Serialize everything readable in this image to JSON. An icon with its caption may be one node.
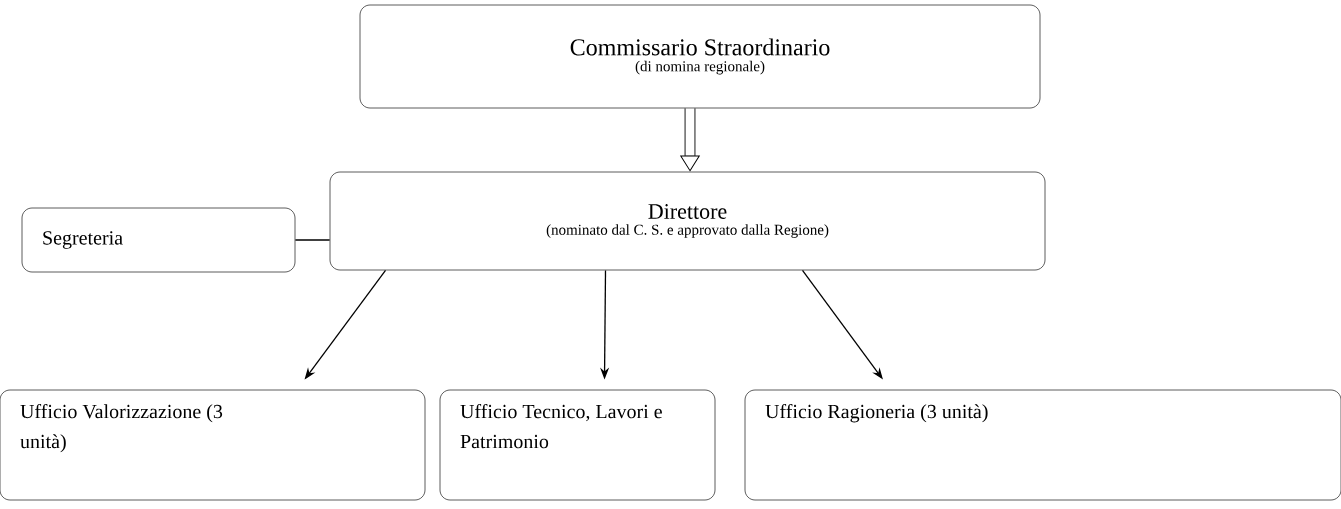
{
  "diagram": {
    "nodes": [
      {
        "text": [
          "Commissario Straordinario",
          "(di nomina regionale)"
        ]
      },
      {
        "text": [
          "Direttore",
          "(nominato dal C. S. e approvato dalla Regione)"
        ]
      },
      {
        "text": [
          "Segreteria"
        ]
      },
      {
        "text": [
          "Ufficio Valorizzazione (3 unità)"
        ]
      },
      {
        "text": [
          "Ufficio  Tecnico, Lavori e Patrimonio"
        ]
      },
      {
        "text": [
          "Ufficio Ragioneria (3 unità)"
        ]
      }
    ],
    "edges": [
      {
        "from": 0,
        "to": 1,
        "arrow": "to",
        "style": "thick"
      },
      {
        "from": 1,
        "to": 2,
        "arrow": "none"
      },
      {
        "from": 1,
        "to": 3,
        "arrow": "to"
      },
      {
        "from": 1,
        "to": 4,
        "arrow": "to"
      },
      {
        "from": 1,
        "to": 5,
        "arrow": "to"
      }
    ]
  }
}
